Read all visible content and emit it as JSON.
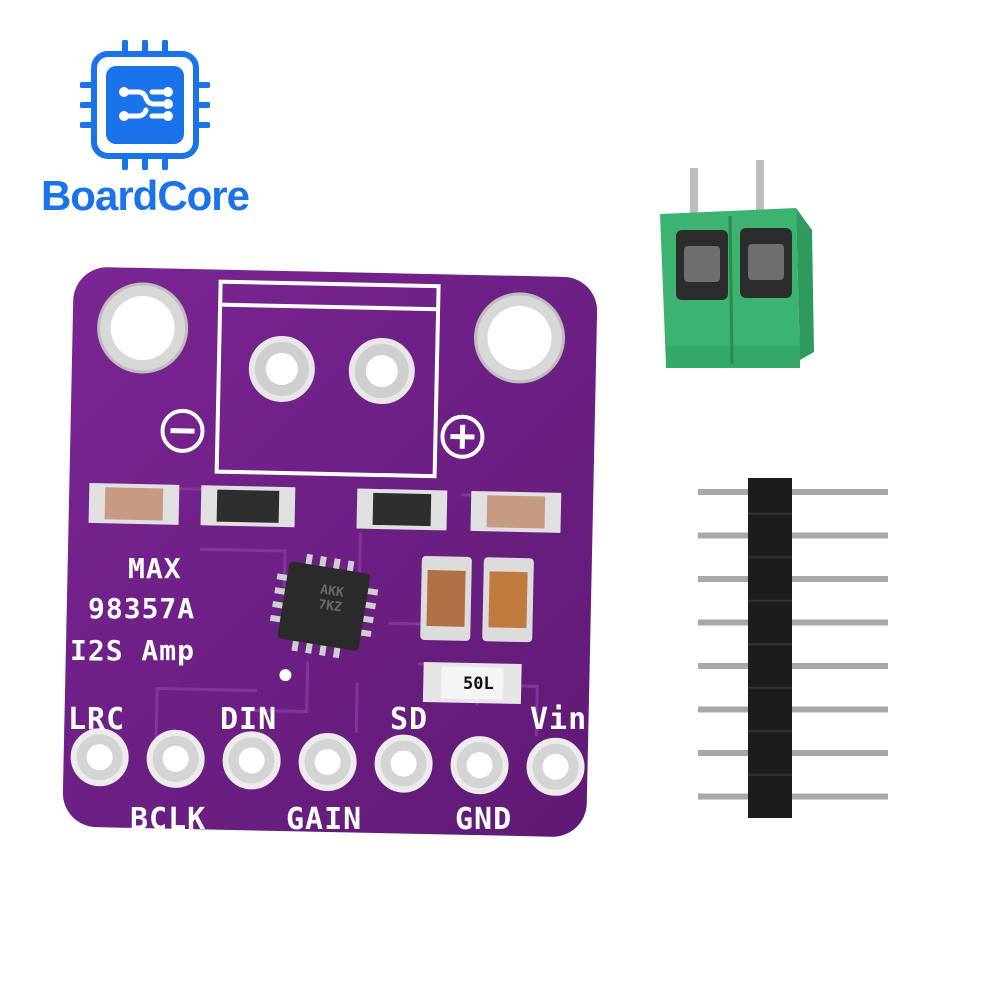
{
  "logo": {
    "brand_name": "BoardCore",
    "icon": "circuit-chip-icon",
    "color": "#1a73e8"
  },
  "board": {
    "color": "#6d1f84",
    "silkscreen": {
      "line1": "MAX",
      "line2": "98357A",
      "line3": "I2S Amp",
      "minus_symbol": "minus-symbol-icon",
      "plus_symbol": "plus-symbol-icon"
    },
    "chip_marking": {
      "line1": "AKK",
      "line2": "7KZ"
    },
    "resistor_marking": "50L",
    "pins_top": [
      "LRC",
      "DIN",
      "SD",
      "Vin"
    ],
    "pins_bottom": [
      "BCLK",
      "GAIN",
      "GND"
    ],
    "pin_count": 7
  },
  "terminal_block": {
    "color": "#3cb371",
    "positions": 2
  },
  "pin_header": {
    "pins": 8
  }
}
